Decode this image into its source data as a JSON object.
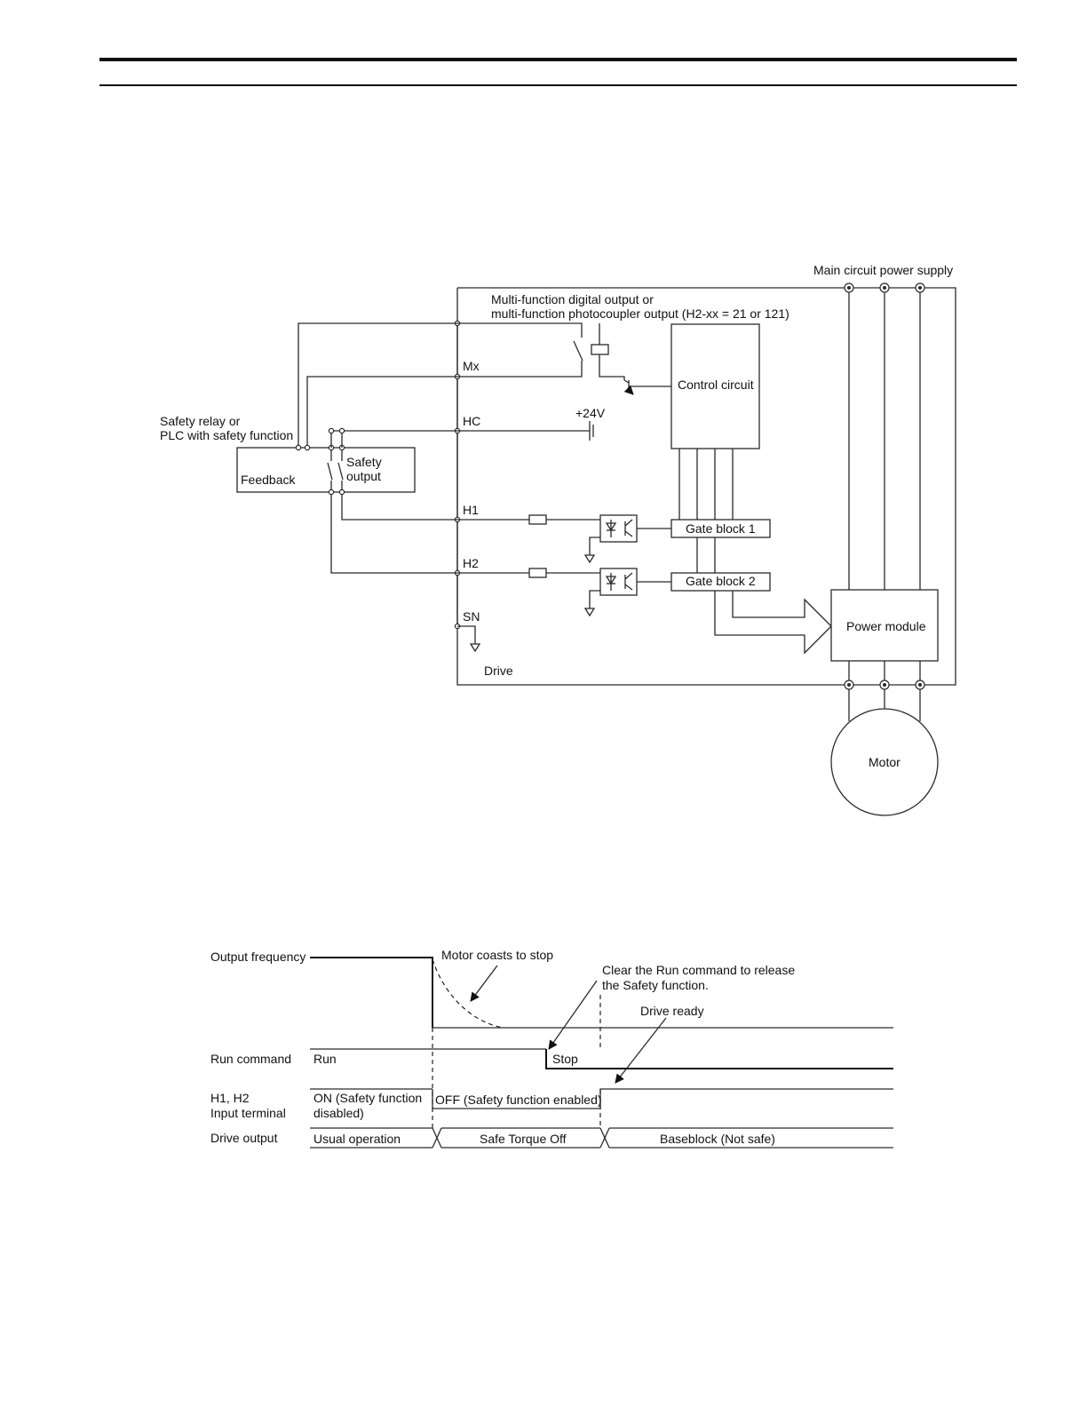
{
  "wiring": {
    "main_supply_label": "Main circuit power supply",
    "mfo_label_line1": "Multi-function digital output or",
    "mfo_label_line2": "multi-function photocoupler output (H2-xx = 21 or 121)",
    "mx_label": "Mx",
    "hc_label": "HC",
    "h1_label": "H1",
    "h2_label": "H2",
    "sn_label": "SN",
    "v24_label": "+24V",
    "control_circuit_label": "Control circuit",
    "safety_relay_line1": "Safety relay or",
    "safety_relay_line2": "PLC with safety function",
    "feedback_label": "Feedback",
    "safety_output_line1": "Safety",
    "safety_output_line2": "output",
    "gate_block1_label": "Gate block 1",
    "gate_block2_label": "Gate block 2",
    "power_module_label": "Power module",
    "drive_label": "Drive",
    "motor_label": "Motor"
  },
  "timing": {
    "output_frequency_label": "Output frequency",
    "motor_coasts_label": "Motor coasts to stop",
    "clear_run_line1": "Clear the Run command to release",
    "clear_run_line2": "the Safety function.",
    "drive_ready_label": "Drive ready",
    "run_command_label": "Run command",
    "run_label": "Run",
    "stop_label": "Stop",
    "h1h2_line1": "H1, H2",
    "h1h2_line2": "Input terminal",
    "on_line1": "ON (Safety function",
    "on_line2": "disabled)",
    "off_label": "OFF (Safety function enabled)",
    "drive_output_label": "Drive output",
    "usual_label": "Usual operation",
    "sto_label": "Safe Torque Off",
    "baseblock_label": "Baseblock (Not safe)"
  }
}
